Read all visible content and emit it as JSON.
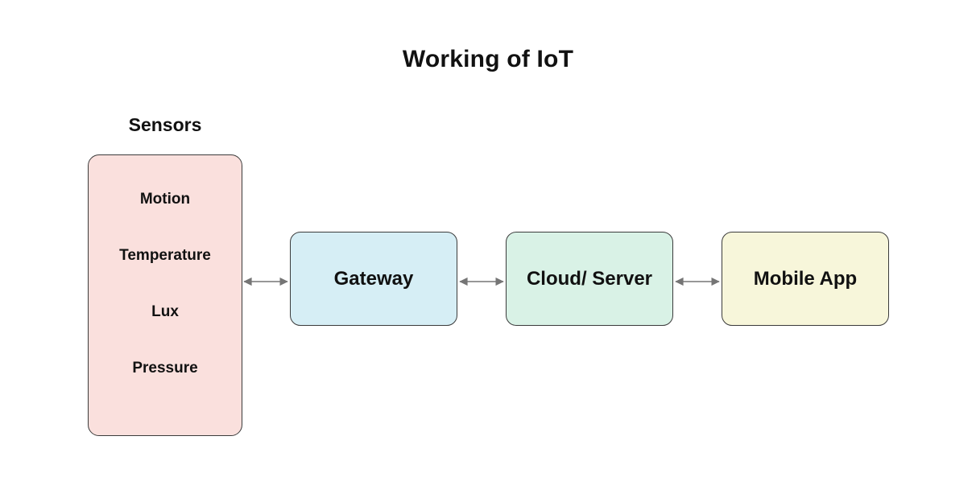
{
  "title": "Working of IoT",
  "colors": {
    "background": "#ffffff",
    "text": "#111111",
    "border": "#3b3b3b",
    "connector": "#757575",
    "sensors_fill": "#fae0dd",
    "gateway_fill": "#d6eef5",
    "cloud_fill": "#d9f2e6",
    "mobile_fill": "#f7f6da"
  },
  "diagram": {
    "sensors": {
      "caption": "Sensors",
      "items": [
        {
          "label": "Motion"
        },
        {
          "label": "Temperature"
        },
        {
          "label": "Lux"
        },
        {
          "label": "Pressure"
        }
      ]
    },
    "nodes": [
      {
        "id": "gateway",
        "label": "Gateway"
      },
      {
        "id": "cloud",
        "label": "Cloud/ Server"
      },
      {
        "id": "mobile",
        "label": "Mobile App"
      }
    ],
    "connectors": [
      {
        "id": "sensors-gateway",
        "from": "Sensors",
        "to": "Gateway",
        "direction": "bidirectional"
      },
      {
        "id": "gateway-cloud",
        "from": "Gateway",
        "to": "Cloud/ Server",
        "direction": "bidirectional"
      },
      {
        "id": "cloud-mobile",
        "from": "Cloud/ Server",
        "to": "Mobile App",
        "direction": "bidirectional"
      }
    ]
  }
}
